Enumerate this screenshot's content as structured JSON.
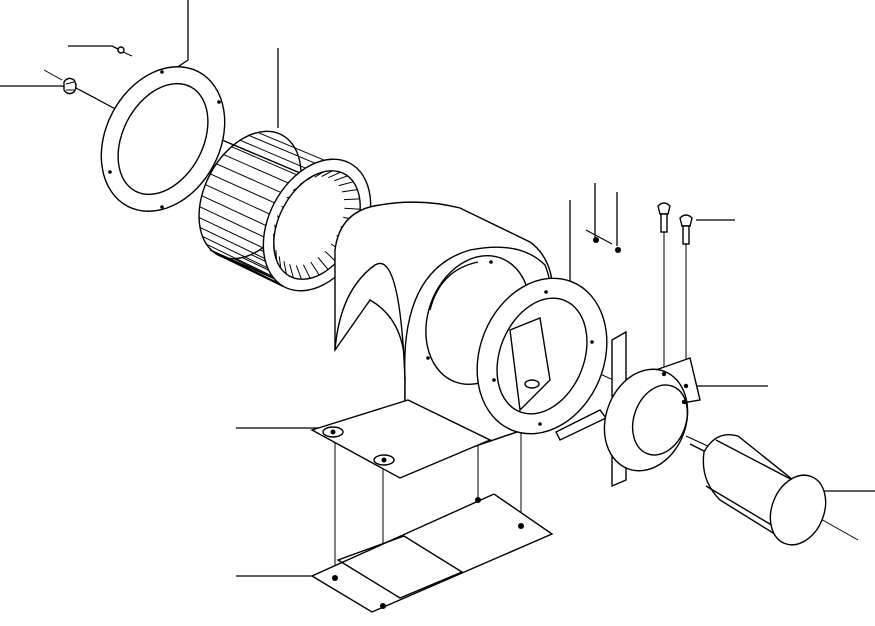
{
  "diagram": {
    "kind": "exploded-view",
    "subject_icon": "blower-assembly-icon",
    "colors": {
      "line": "#000000",
      "background": "#ffffff"
    },
    "parts": [
      {
        "id": "screw-small-top",
        "icon": "screw-icon"
      },
      {
        "id": "wing-nut",
        "icon": "wing-nut-icon"
      },
      {
        "id": "inlet-ring-left",
        "icon": "flange-ring-icon"
      },
      {
        "id": "blower-wheel",
        "icon": "squirrel-cage-wheel-icon"
      },
      {
        "id": "blower-housing",
        "icon": "scroll-housing-icon"
      },
      {
        "id": "inlet-ring-right",
        "icon": "flange-ring-icon"
      },
      {
        "id": "screw-pair",
        "icon": "screw-icon"
      },
      {
        "id": "bolt-pair",
        "icon": "bolt-icon"
      },
      {
        "id": "motor-mount-bracket",
        "icon": "bracket-icon"
      },
      {
        "id": "motor",
        "icon": "motor-icon"
      },
      {
        "id": "housing-base-flange",
        "icon": "mounting-flange-icon"
      },
      {
        "id": "mounting-plate",
        "icon": "plate-icon"
      }
    ]
  }
}
